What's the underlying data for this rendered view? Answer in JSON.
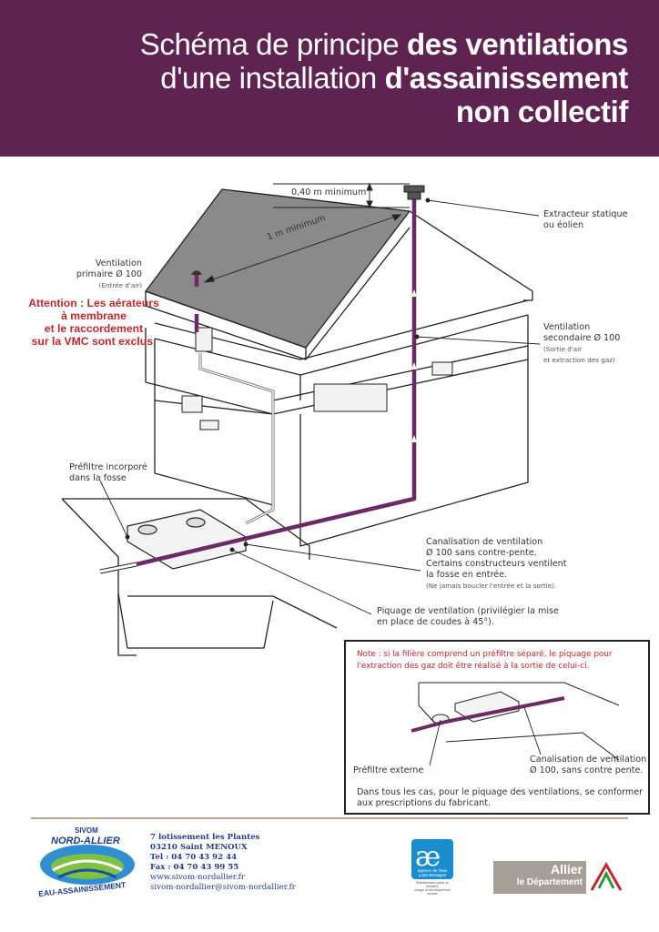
{
  "header": {
    "title_line1_normal": "Schéma de principe ",
    "title_line1_bold": "des ventilations",
    "title_line2_normal": "d'une installation ",
    "title_line2_bold": "d'assainissement",
    "title_line3_bold": "non collectif"
  },
  "dimensions": {
    "height_label": "0,40 m minimum",
    "distance_label": "1 m minimum"
  },
  "labels": {
    "extracteur": [
      "Extracteur statique",
      "ou éolien"
    ],
    "ventilation_primaire": [
      "Ventilation",
      "primaire Ø 100"
    ],
    "ventilation_primaire_sub": "(Entrée d'air)",
    "warning": [
      "Attention : Les aérateurs",
      "à membrane",
      "et le raccordement",
      "sur la VMC sont exclus."
    ],
    "ventilation_secondaire": [
      "Ventilation",
      "secondaire Ø 100"
    ],
    "ventilation_secondaire_sub": [
      "(Sortie d'air",
      "et extraction des gaz)"
    ],
    "prefiltre_incorpore": [
      "Préfiltre incorporé",
      "dans la fosse"
    ],
    "canalisation": [
      "Canalisation de ventilation",
      "Ø 100 sans contre-pente.",
      "Certains constructeurs ventilent",
      "la fosse en entrée."
    ],
    "canalisation_sub": "(Ne jamais boucler l'entrée et la sortie).",
    "piquage": [
      "Piquage de ventilation (privilégier la mise",
      "en place de coudes à 45°)."
    ]
  },
  "note": {
    "text": [
      "Note : si la filière comprend un préfiltre séparé, le piquage pour",
      "l'extraction des gaz doit être réalisé à la sortie de celui-ci."
    ],
    "prefiltre_externe": "Préfiltre externe",
    "canalisation": [
      "Canalisation de ventilation",
      "Ø 100, sans contre pente."
    ],
    "footer": [
      "Dans tous les cas, pour le piquage des ventilations, se conformer",
      "aux prescriptions du fabricant."
    ]
  },
  "footer": {
    "logo_sivom": {
      "top": "SIVOM",
      "name": "NORD-ALLIER",
      "bottom": "EAU-ASSAINISSEMENT"
    },
    "address": [
      "7 lotissement les Plantes",
      "03210 Saint MENOUX",
      "Tel : 04 70 43 92 44",
      "Fax : 04 70 43 99 55",
      "www.sivom-nordallier.fr",
      "sivom-nordallier@sivom-nordallier.fr"
    ],
    "agence": [
      "agence de l'eau",
      "Loire-Bretagne"
    ],
    "agence_sub": [
      "Établissement public du ministère",
      "chargé du développement durable"
    ],
    "allier": [
      "Allier",
      "le Département"
    ]
  },
  "colors": {
    "header_bg": "#5e2350",
    "pipe": "#6b2a63",
    "warning_red": "#c3272d",
    "roof": "#8c8c8c",
    "footer_blue": "#1d3d8c"
  }
}
